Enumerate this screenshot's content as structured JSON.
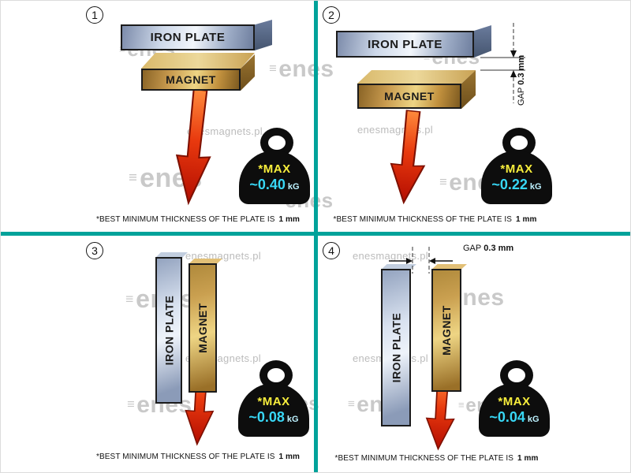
{
  "colors": {
    "divider_teal": "#00a29a",
    "arrow_red": "#e8390e",
    "weight_black": "#0d0d0d",
    "max_yellow": "#f8ee3c",
    "value_cyan": "#38d7f5"
  },
  "watermarks": {
    "logo": "enes",
    "site": "enesmagnets.pl"
  },
  "panels": [
    {
      "number": "1",
      "plate_label": "IRON PLATE",
      "magnet_label": "MAGNET",
      "weight": {
        "max": "*MAX",
        "value": "~0.40",
        "unit": "kG"
      },
      "caption": {
        "text": "*BEST MINIMUM THICKNESS OF THE PLATE IS",
        "bold": "1 mm"
      }
    },
    {
      "number": "2",
      "plate_label": "IRON PLATE",
      "magnet_label": "MAGNET",
      "gap": {
        "label": "GAP",
        "value": "0.3 mm"
      },
      "weight": {
        "max": "*MAX",
        "value": "~0.22",
        "unit": "kG"
      },
      "caption": {
        "text": "*BEST MINIMUM THICKNESS OF THE PLATE IS",
        "bold": "1 mm"
      }
    },
    {
      "number": "3",
      "plate_label": "IRON PLATE",
      "magnet_label": "MAGNET",
      "weight": {
        "max": "*MAX",
        "value": "~0.08",
        "unit": "kG"
      },
      "caption": {
        "text": "*BEST MINIMUM THICKNESS OF THE PLATE IS",
        "bold": "1 mm"
      }
    },
    {
      "number": "4",
      "plate_label": "IRON PLATE",
      "magnet_label": "MAGNET",
      "gap": {
        "label": "GAP",
        "value": "0.3 mm"
      },
      "weight": {
        "max": "*MAX",
        "value": "~0.04",
        "unit": "kG"
      },
      "caption": {
        "text": "*BEST MINIMUM THICKNESS OF THE PLATE IS",
        "bold": "1 mm"
      }
    }
  ]
}
